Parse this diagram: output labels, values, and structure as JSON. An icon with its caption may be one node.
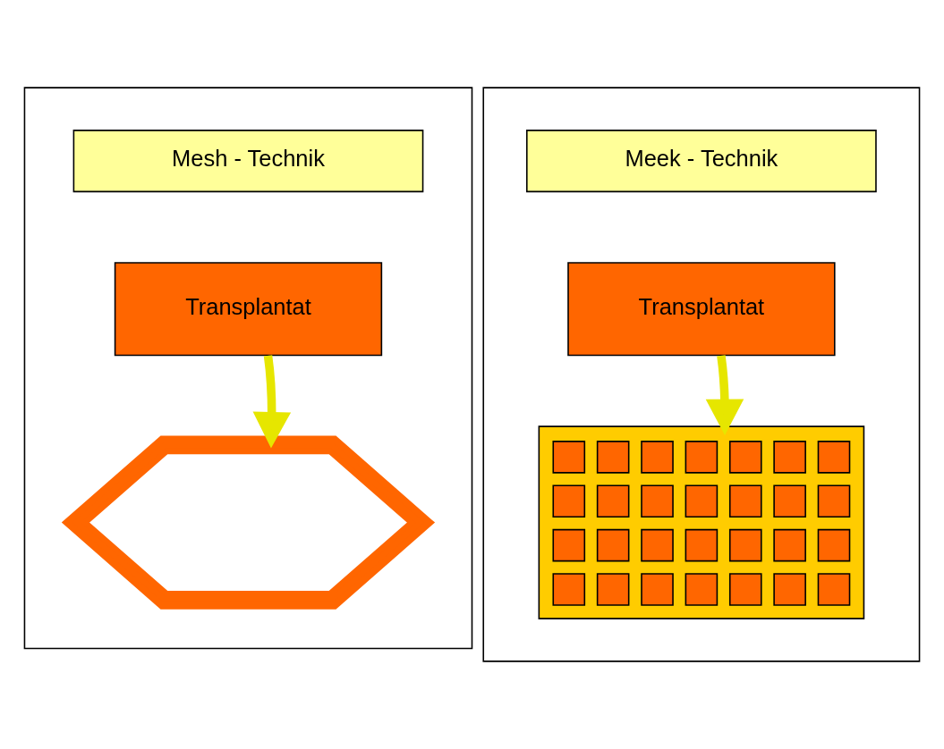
{
  "diagram": {
    "nodes": [
      {
        "text": [],
        "shape": "box"
      },
      {
        "text": [
          "Mesh - Technik"
        ],
        "in": 0
      },
      {
        "text": [
          "Transplantat"
        ],
        "in": 0
      },
      {
        "text": [],
        "shape": "picture",
        "in": 0
      },
      {
        "text": [],
        "shape": "box"
      },
      {
        "text": [
          "Meek - Technik"
        ],
        "in": 4
      },
      {
        "text": [
          "Transplantat"
        ],
        "in": 4
      },
      {
        "text": [],
        "shape": "picture",
        "in": 4
      }
    ],
    "edges": [
      {
        "from": 2,
        "to": 3,
        "arrow": "to"
      },
      {
        "from": 6,
        "to": 7,
        "arrow": "to"
      }
    ]
  }
}
